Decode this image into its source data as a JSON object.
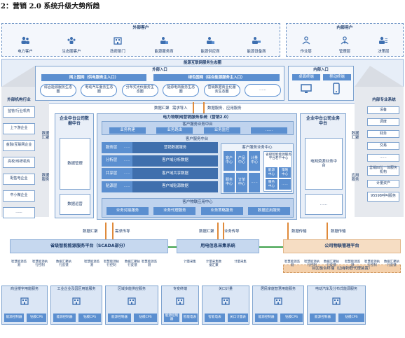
{
  "title": "2：营销 2.0 系统升级大势所趋",
  "external_customers": {
    "title": "外部客户",
    "items": [
      {
        "label": "电力客户",
        "icon": "users-icon"
      },
      {
        "label": "生态圈客户",
        "icon": "group-icon"
      },
      {
        "label": "政府部门",
        "icon": "building-icon"
      },
      {
        "label": "能源服务商",
        "icon": "briefcase-icon"
      },
      {
        "label": "能源供应商",
        "icon": "briefcase-icon"
      },
      {
        "label": "能源设备商",
        "icon": "truck-icon"
      }
    ]
  },
  "internal_users": {
    "title": "内部用户",
    "items": [
      {
        "label": "作业层",
        "icon": "worker-icon"
      },
      {
        "label": "管理层",
        "icon": "manager-icon"
      },
      {
        "label": "决策层",
        "icon": "leader-icon"
      }
    ]
  },
  "internet_service": {
    "title": "能源互联网服务生态圈",
    "external_entry": {
      "title": "外部入口",
      "btn1": "网上国网（供电服务主入口）",
      "btn2": "绿色国网（综合能源服务主入口）",
      "ovals": [
        "综合能源服务生态圈",
        "电动汽车服务生态圈",
        "分布式光伏服务生态圈",
        "能源电商服务生态圈",
        "营销数据商业化服务生态圈",
        "......"
      ]
    },
    "internal_entry": {
      "title": "内部入口",
      "btn1": "桌面终端",
      "btn2": "移动终端"
    }
  },
  "left_sidebar": {
    "title": "外部机构行业",
    "items": [
      "监管/行业机构",
      "上下游企业",
      "金融/互联网企业",
      "高校/科研机构",
      "配售电企业",
      "中小微企业",
      "......"
    ]
  },
  "right_sidebar": {
    "title": "内部专业系统",
    "items": [
      "设备",
      "调度",
      "财务",
      "交易",
      "......",
      "营销四位一体服务机构",
      "计量资产",
      "95598呼叫服务"
    ]
  },
  "top_labels": {
    "data_sum": "数据汇聚",
    "demand_input": "需求导入",
    "data_service": "数据服务、应用服务"
  },
  "left_center": {
    "title": "企业中台公司数据中台",
    "data_in": "数据汇聚",
    "data_service": "数据服务",
    "sub1": "数据管理",
    "sub2": "数据运营"
  },
  "right_center": {
    "title": "企业中台公司业务中台",
    "data_in": "数据汇聚",
    "app_service": "应用服务",
    "sub1": "电网资源业务中台",
    "sub2": "......"
  },
  "marketing_system": {
    "title": "电力物联网营销服务系统（营销2.0）",
    "sub_title": "客户服务业务中台",
    "top_items": [
      "业务构建",
      "业务路由",
      "业务监控",
      "......"
    ],
    "center_title": "客户服务中台",
    "data_layer": {
      "title": "营销数据服务",
      "rows": [
        {
          "left": "服务层",
          "right": "营销数据服务"
        },
        {
          "left": "分析层",
          "right": "客户域分析数据"
        },
        {
          "left": "共享层",
          "right": "客户域共享数据"
        },
        {
          "left": "贴源层",
          "right": "客户域贴源数据"
        }
      ]
    },
    "business_center": {
      "title": "客户服务业务中心",
      "items": [
        "客户中心",
        "产品中心",
        "计量中心",
        "服务中心",
        "订单中心",
        "......"
      ],
      "smart_title": "省级智能能源服务平台若干中心",
      "smart_items": [
        "能源中心",
        "策略中心",
        "服务中心",
        "......"
      ]
    },
    "app_center": {
      "title": "客户物联应用中心",
      "items": [
        "业务对接服务",
        "业务代理服务",
        "业务策略服务",
        "数据应用服务"
      ]
    }
  },
  "mid_labels": {
    "data_sum": "数据汇聚",
    "demand_input": "需求传导",
    "data_sum2": "数据汇聚",
    "business_input": "业务传导",
    "data_transfer": "数据传输",
    "data_transfer2": "数据传输"
  },
  "platforms": {
    "scada": "省级智能能源服务平台（SCADA部分）",
    "collect": "用电信息采集系统",
    "iot": "公司物联管理平台"
  },
  "edge": {
    "title": "台区融合终端（边缘物联代理装置）"
  },
  "small_labels": {
    "a": "智慧能源监测",
    "b": "智慧能源执行控制",
    "c": "数据汇聚执行反馈",
    "d": "计量采集",
    "e": "计量采集数据汇聚"
  },
  "bottom_groups": [
    {
      "title": "商业楼宇用能服务",
      "items": [
        "能源控制器",
        "钻模CPS"
      ]
    },
    {
      "title": "工业企业及园区用能服务",
      "items": [
        "能源控制器",
        "钻模CPS"
      ]
    },
    {
      "title": "区域多能供应服务",
      "items": [
        "能源控制器",
        "钻模CPS"
      ]
    },
    {
      "title": "专变终端",
      "items": [
        "能源控制器",
        "智能电表"
      ]
    },
    {
      "title": "关口计量",
      "items": [
        "智能电表",
        "关口计量表"
      ]
    },
    {
      "title": "居民家庭智慧用能服务",
      "items": [
        "能源控制器",
        "钻模CPS"
      ]
    },
    {
      "title": "电动汽车及分布式能源服务",
      "items": [
        "能源控制器",
        "钻模CPS"
      ]
    }
  ],
  "colors": {
    "primary": "#2f5d9a",
    "accent": "#5b8fd0",
    "orange": "#e08a3a",
    "green": "#3fa14b"
  }
}
